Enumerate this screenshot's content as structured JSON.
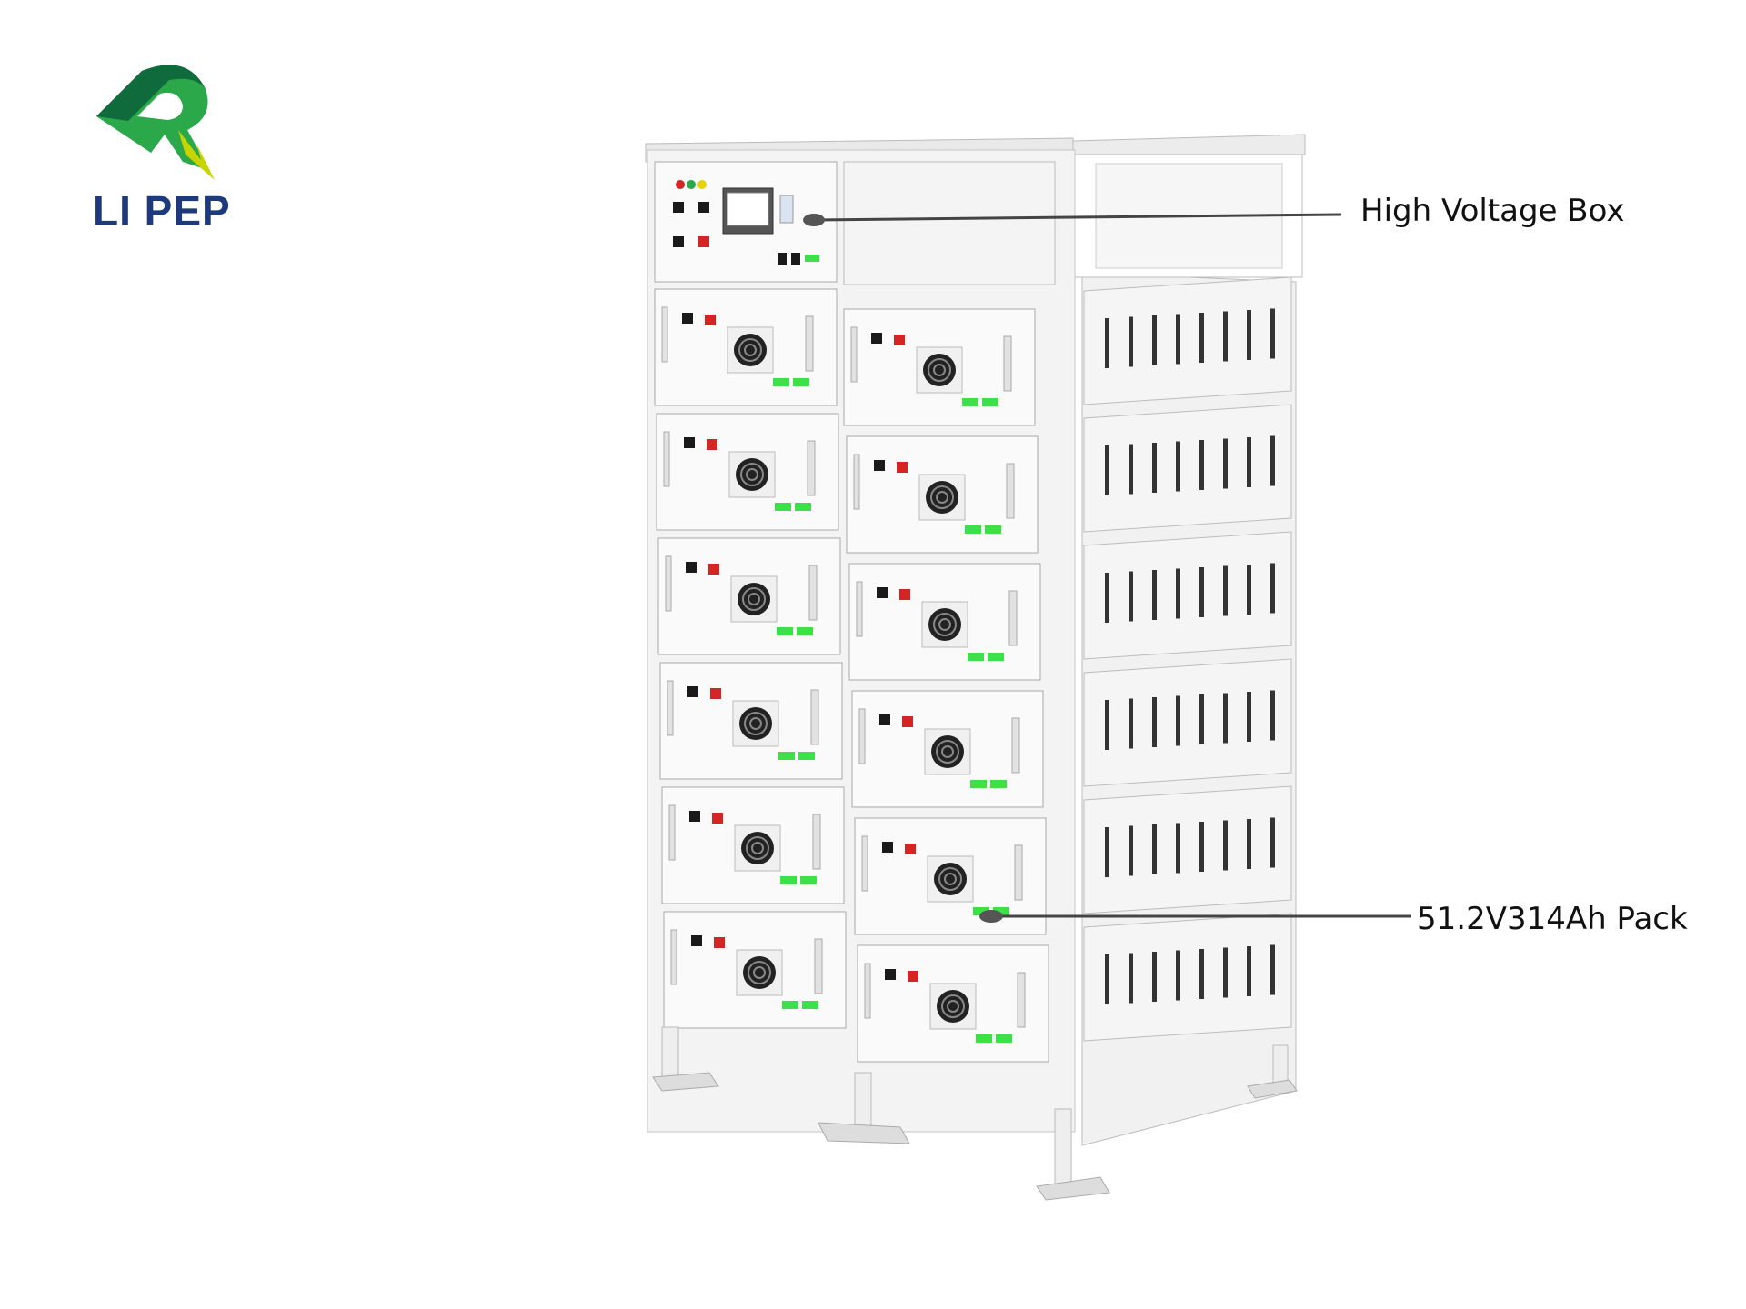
{
  "brand": {
    "name": "LI PEP",
    "logo_icon": "green-r-lightning-logo"
  },
  "callouts": {
    "high_voltage": "High Voltage Box",
    "pack": "51.2V314Ah Pack"
  },
  "colors": {
    "brand_green": "#2aa84a",
    "brand_dark_green": "#0f6b3b",
    "brand_yellow": "#c8d400",
    "brand_blue": "#1f3a7a",
    "terminal_red": "#d42424",
    "terminal_black": "#1a1a1a",
    "label_green": "#3ee04a"
  },
  "rack": {
    "columns": 2,
    "modules_per_column": 6
  }
}
